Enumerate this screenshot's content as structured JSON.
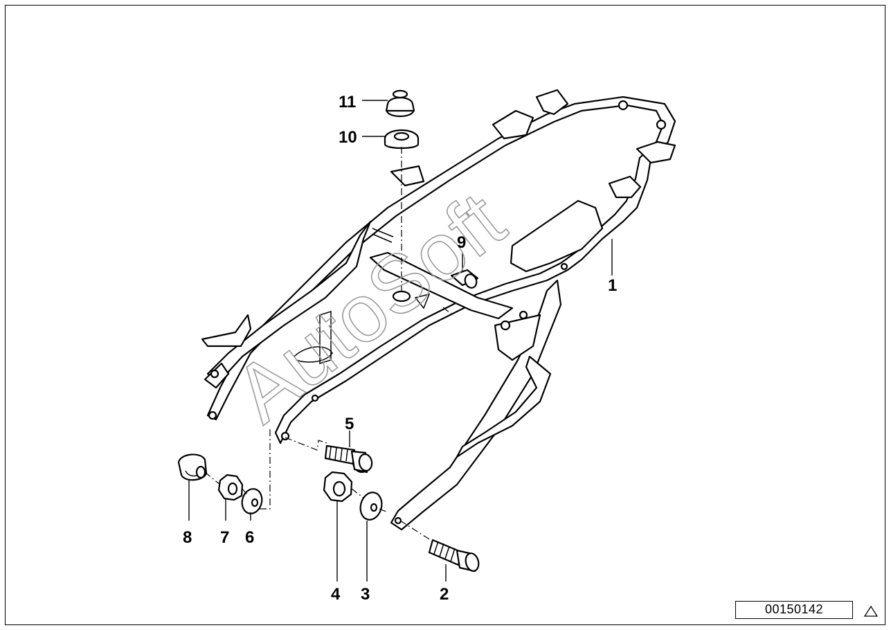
{
  "diagram": {
    "reference_number": "00150142",
    "watermark_text": "AutoSoft",
    "icons": {
      "warning": "warning-triangle-icon"
    },
    "callouts": [
      {
        "id": "1",
        "label": "1"
      },
      {
        "id": "2",
        "label": "2"
      },
      {
        "id": "3",
        "label": "3"
      },
      {
        "id": "4",
        "label": "4"
      },
      {
        "id": "5",
        "label": "5"
      },
      {
        "id": "6",
        "label": "6"
      },
      {
        "id": "7",
        "label": "7"
      },
      {
        "id": "8",
        "label": "8"
      },
      {
        "id": "9",
        "label": "9"
      },
      {
        "id": "10",
        "label": "10"
      },
      {
        "id": "11",
        "label": "11"
      }
    ]
  }
}
